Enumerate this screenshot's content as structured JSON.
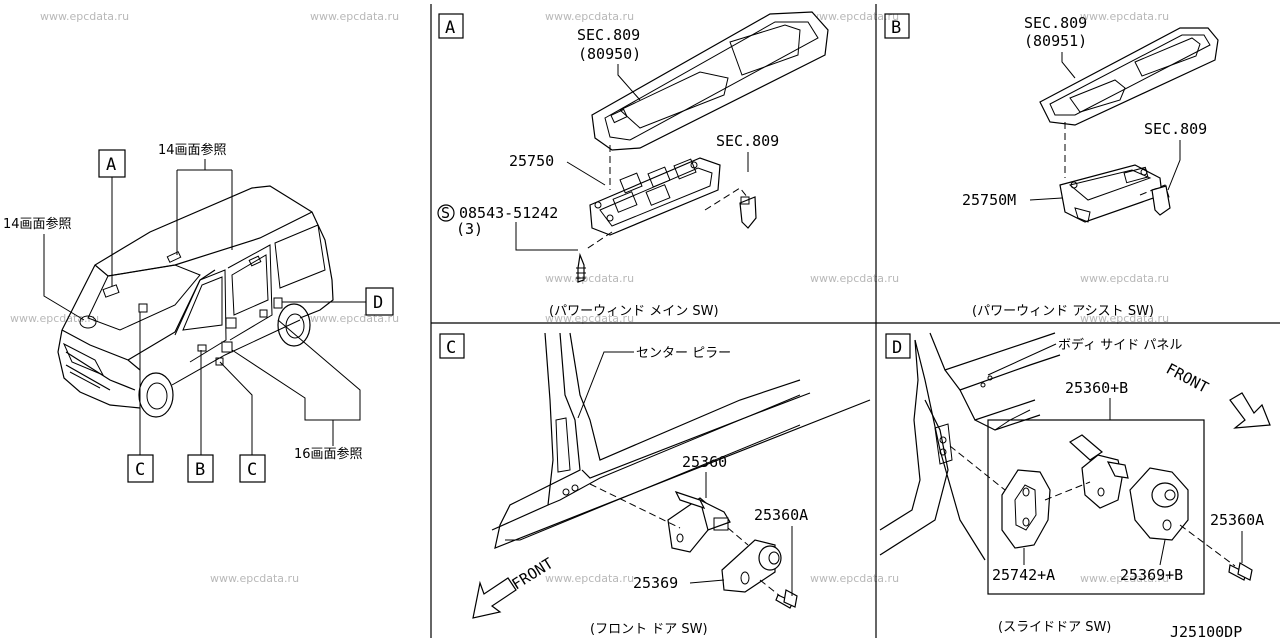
{
  "watermark": "www.epcdata.ru",
  "overview": {
    "callouts": {
      "top_ref": "14画面参照",
      "left_ref": "14画面参照",
      "bottom_ref": "16画面参照"
    },
    "boxes": [
      "A",
      "B",
      "C",
      "C",
      "D"
    ]
  },
  "panel_a": {
    "letter": "A",
    "sec_top": "SEC.809",
    "sec_top_code": "(80950)",
    "sec_right": "SEC.809",
    "switch_part": "25750",
    "screw_symbol": "S",
    "screw_part": "08543-51242",
    "screw_qty": "(3)",
    "caption": "(パワーウィンド メイン SW)"
  },
  "panel_b": {
    "letter": "B",
    "sec_top": "SEC.809",
    "sec_top_code": "(80951)",
    "sec_right": "SEC.809",
    "switch_part": "25750M",
    "caption": "(パワーウィンド アシスト SW)"
  },
  "panel_c": {
    "letter": "C",
    "pillar_label": "センター ピラー",
    "part_switch": "25360",
    "part_bolt": "25360A",
    "part_rubber": "25369",
    "front": "FRONT",
    "caption": "(フロント ドア SW)"
  },
  "panel_d": {
    "letter": "D",
    "panel_label": "ボディ サイド パネル",
    "part_switch": "25360+B",
    "part_bolt": "25360A",
    "part_plate": "25742+A",
    "part_rubber": "25369+B",
    "front": "FRONT",
    "caption": "(スライドドア SW)"
  },
  "diagram_code": "J25100DP"
}
